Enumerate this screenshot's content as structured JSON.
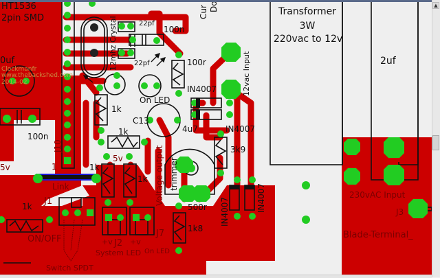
{
  "app": {
    "title": "PCB layout editor"
  },
  "colors": {
    "copper": "#cc0000",
    "pad": "#22cc22",
    "silk": "#111111",
    "background": "#efefef",
    "link": "#1a1adb"
  },
  "board": {
    "chip_label_line1": "HT1536",
    "chip_label_line2": "2pin SMD",
    "cap_100uf_label": "0uf",
    "cap_100n_left": "100n",
    "crystal_label": "12mhz Crystal",
    "cap_22pf_top": "22pf",
    "cap_22pf_bottom": "22pf",
    "cap_100n_top": "100n",
    "res_100r": "100r",
    "diode_in4007_a": "IN4007",
    "diode_in4007_b": "IN4007",
    "diode_in4007_c": "IN4007",
    "diode_in4007_d": "IN4007",
    "input_12vac": "12vac Input",
    "led_label": "On LED",
    "cap_c13": "C13",
    "cap_4u7": "4u7",
    "res_1k_a": "1k",
    "res_1k_b": "1k",
    "res_1k_c": "1k",
    "res_1k_d": "1k",
    "res_1k_e": "1k",
    "res_3k9": "3k9",
    "res_1k8": "1k8",
    "trimmer_label": "trimmer",
    "trimmer_value": "500r",
    "voltage_output": "Voltage output",
    "label_5v_left": "5v",
    "label_5v_mid": "5v",
    "j10": "J10",
    "link_num": "1",
    "link": "Link",
    "j1": "J1",
    "on_off": "ON/OFF",
    "switch_spdt": "Switch SPDT",
    "j2": "J2",
    "plus_v_a": "+v",
    "plus_v_b": "+v",
    "system_led": "System LED",
    "j7": "J7",
    "on_led_bottom": "On LED",
    "current_label": "Cur",
    "do_label": "Do",
    "transformer_line1": "Transformer",
    "transformer_line2": "3W",
    "transformer_line3": "220vac to 12v",
    "cap_2uf": "2uf",
    "input_230vac": "230vAC Input",
    "j3": "J3",
    "blade_terminal": "Blade-Terminal_",
    "watermark_line1": "Clockmanfr",
    "watermark_line2": "www.thebackshed.com",
    "watermark_line3": "2014-02"
  },
  "scrollbar": {
    "up_arrow": "▲"
  }
}
